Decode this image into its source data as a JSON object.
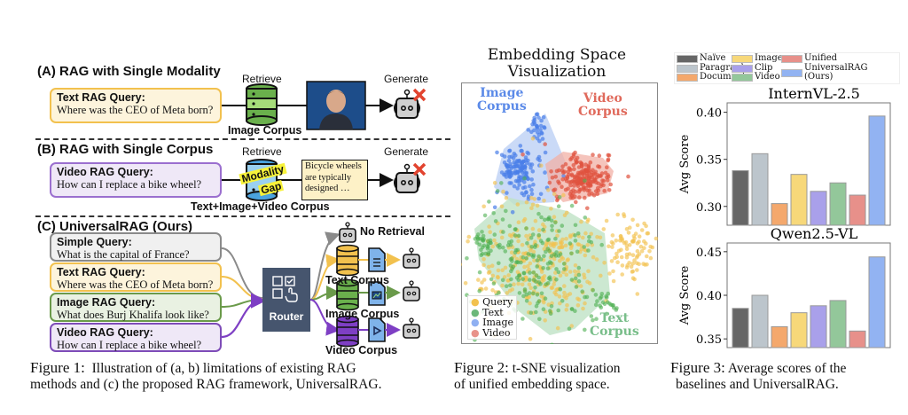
{
  "figure1": {
    "sectionA": {
      "title": "(A) RAG with Single Modality",
      "retrieve_label": "Retrieve",
      "generate_label": "Generate",
      "query_type": "Text RAG Query:",
      "query_text": "Where was the CEO of Meta born?",
      "corpus_label": "Image Corpus",
      "retrieved_item": "photo-of-person",
      "result_icon": "x-mark-icon"
    },
    "sectionB": {
      "title": "(B) RAG with Single Corpus",
      "retrieve_label": "Retrieve",
      "generate_label": "Generate",
      "query_type": "Video RAG Query:",
      "query_text": "How can I replace a bike wheel?",
      "gap_label_1": "Modality",
      "gap_label_2": "Gap",
      "retrieved_text": [
        "Bicycle wheels",
        "are typically",
        "designed …"
      ],
      "corpus_label": "Text+Image+Video Corpus",
      "result_icon": "x-mark-icon"
    },
    "sectionC": {
      "title": "(C) UniversalRAG (Ours)",
      "queries": [
        {
          "type": "Simple Query:",
          "text": "What is the capital of France?",
          "color": "#8a8a8a",
          "bg": "#f0f0f0"
        },
        {
          "type": "Text RAG Query:",
          "text": "Where was the CEO of Meta born?",
          "color": "#f2c14e",
          "bg": "#fdf4dc"
        },
        {
          "type": "Image RAG Query:",
          "text": "What does Burj Khalifa look like?",
          "color": "#6a9a4a",
          "bg": "#e9f1e2"
        },
        {
          "type": "Video RAG Query:",
          "text": "How can I replace a bike wheel?",
          "color": "#7e4cb8",
          "bg": "#efe8f7"
        }
      ],
      "router_label": "Router",
      "no_retrieval_label": "No Retrieval",
      "routes": [
        {
          "corpus": "Text Corpus",
          "color": "#f2c14e",
          "doc_icon": "text-document-icon"
        },
        {
          "corpus": "Image Corpus",
          "color": "#6ab04c",
          "doc_icon": "image-document-icon"
        },
        {
          "corpus": "Video Corpus",
          "color": "#7e3fc4",
          "doc_icon": "video-document-icon"
        }
      ]
    },
    "caption_fig": "Figure 1:",
    "caption_line1": "Illustration of (a, b) limitations of existing RAG",
    "caption_line2": "methods and (c) the proposed RAG framework, UniversalRAG."
  },
  "figure2": {
    "title_line1": "Embedding Space",
    "title_line2": "Visualization",
    "cluster_labels": {
      "image": [
        "Image",
        "Corpus"
      ],
      "video": [
        "Video",
        "Corpus"
      ],
      "text": [
        "Text",
        "Corpus"
      ]
    },
    "legend": [
      {
        "label": "Query",
        "color": "#f2c14e"
      },
      {
        "label": "Text",
        "color": "#4caf50"
      },
      {
        "label": "Image",
        "color": "#4a7fe8"
      },
      {
        "label": "Video",
        "color": "#e0533f"
      }
    ],
    "caption_fig": "Figure 2:",
    "caption_line1": "t-SNE visualization",
    "caption_line2": "of unified embedding space."
  },
  "figure3": {
    "legend": [
      {
        "label": "Naïve",
        "color": "#666666"
      },
      {
        "label": "Paragraph",
        "color": "#bcc5cc"
      },
      {
        "label": "Document",
        "color": "#f4a86c"
      },
      {
        "label": "Image",
        "color": "#f7d87a"
      },
      {
        "label": "Clip",
        "color": "#a9a0ea"
      },
      {
        "label": "Video",
        "color": "#93c79a"
      },
      {
        "label": "Unified",
        "color": "#e7908a"
      },
      {
        "label": "UniversalRAG\n(Ours)",
        "color": "#92b3f2"
      }
    ],
    "caption_fig": "Figure 3:",
    "caption_line1": "Average scores of the",
    "caption_line2": "baselines and UniversalRAG."
  },
  "chart_data": [
    {
      "type": "bar",
      "title": "InternVL-2.5",
      "xlabel": "",
      "ylabel": "Avg Score",
      "categories": [
        "Naïve",
        "Paragraph",
        "Document",
        "Image",
        "Clip",
        "Video",
        "Unified",
        "UniversalRAG (Ours)"
      ],
      "values": [
        0.338,
        0.356,
        0.303,
        0.334,
        0.316,
        0.325,
        0.312,
        0.396
      ],
      "yticks": [
        "0.30",
        "0.35",
        "0.40"
      ],
      "ylim": [
        0.28,
        0.41
      ],
      "grid": false
    },
    {
      "type": "bar",
      "title": "Qwen2.5-VL",
      "xlabel": "",
      "ylabel": "Avg Score",
      "categories": [
        "Naïve",
        "Paragraph",
        "Document",
        "Image",
        "Clip",
        "Video",
        "Unified",
        "UniversalRAG (Ours)"
      ],
      "values": [
        0.385,
        0.4,
        0.364,
        0.38,
        0.388,
        0.394,
        0.359,
        0.444
      ],
      "yticks": [
        "0.35",
        "0.40",
        "0.45"
      ],
      "ylim": [
        0.34,
        0.46
      ],
      "grid": false
    }
  ]
}
